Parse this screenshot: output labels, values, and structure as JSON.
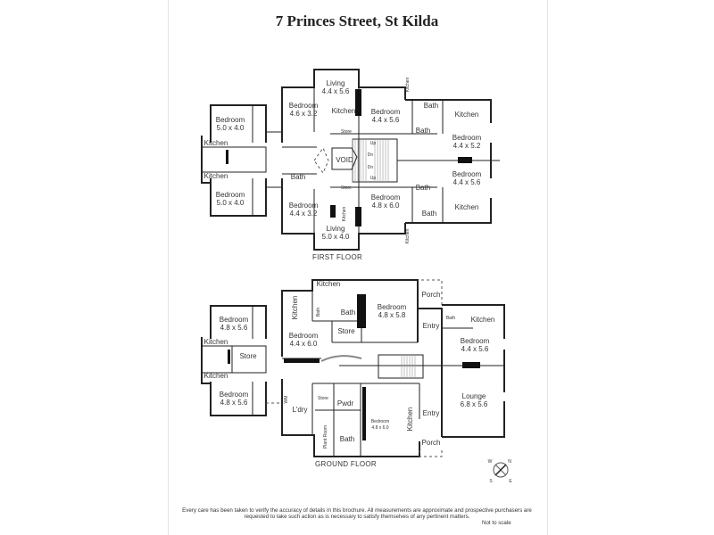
{
  "title": "7 Princes Street, St Kilda",
  "first_floor": {
    "label": "FIRST FLOOR",
    "rooms": [
      {
        "name": "Bedroom",
        "size": "5.0 x 4.0"
      },
      {
        "name": "Kitchen"
      },
      {
        "name": "Kitchen"
      },
      {
        "name": "Bedroom",
        "size": "5.0 x 4.0"
      },
      {
        "name": "Bedroom",
        "size": "4.6 x 3.2"
      },
      {
        "name": "Living",
        "size": "4.4 x 5.6"
      },
      {
        "name": "Kitchen"
      },
      {
        "name": "Store"
      },
      {
        "name": "VOID"
      },
      {
        "name": "Bath"
      },
      {
        "name": "Store"
      },
      {
        "name": "Bedroom",
        "size": "4.4 x 3.2"
      },
      {
        "name": "Kitchen"
      },
      {
        "name": "Living",
        "size": "5.0 x 4.0"
      },
      {
        "name": "Bedroom",
        "size": "4.4 x 5.6"
      },
      {
        "name": "Kitchen"
      },
      {
        "name": "Bath"
      },
      {
        "name": "Bath"
      },
      {
        "name": "Kitchen"
      },
      {
        "name": "Bedroom",
        "size": "4.4 x 5.2"
      },
      {
        "name": "Bedroom",
        "size": "4.4 x 5.6"
      },
      {
        "name": "Bath"
      },
      {
        "name": "Bath"
      },
      {
        "name": "Kitchen"
      },
      {
        "name": "Bedroom",
        "size": "4.8 x 6.0"
      },
      {
        "name": "Kitchen"
      }
    ],
    "stair_labels": {
      "up": "Up",
      "down": "Dn"
    }
  },
  "ground_floor": {
    "label": "GROUND FLOOR",
    "rooms": [
      {
        "name": "Bedroom",
        "size": "4.8 x 5.6"
      },
      {
        "name": "Kitchen"
      },
      {
        "name": "Store"
      },
      {
        "name": "Kitchen"
      },
      {
        "name": "Bedroom",
        "size": "4.8 x 5.6"
      },
      {
        "name": "Kitchen"
      },
      {
        "name": "Kitchen"
      },
      {
        "name": "Bath"
      },
      {
        "name": "Bath"
      },
      {
        "name": "Bedroom",
        "size": "4.4 x 6.0"
      },
      {
        "name": "Store"
      },
      {
        "name": "Bedroom",
        "size": "4.8 x 5.8"
      },
      {
        "name": "Porch"
      },
      {
        "name": "Entry"
      },
      {
        "name": "Bath"
      },
      {
        "name": "Kitchen"
      },
      {
        "name": "Bedroom",
        "size": "4.4 x 5.6"
      },
      {
        "name": "Lounge",
        "size": "6.8 x 5.6"
      },
      {
        "name": "WM"
      },
      {
        "name": "L'dry"
      },
      {
        "name": "Store"
      },
      {
        "name": "Pwdr"
      },
      {
        "name": "Plant Room"
      },
      {
        "name": "Bath"
      },
      {
        "name": "Bedroom",
        "size": "4.8 x 6.0"
      },
      {
        "name": "Kitchen"
      },
      {
        "name": "Entry"
      },
      {
        "name": "Porch"
      }
    ]
  },
  "compass": {
    "n": "N",
    "e": "E",
    "s": "S",
    "w": "W"
  },
  "disclaimer": "Every care has been taken to verify the accuracy of details in this brochure.  All measurements are approximate and prospective purchasers are requested to take such action as is necessary to satisfy themselves of any pertinent matters.",
  "not_to_scale": "Not to scale"
}
